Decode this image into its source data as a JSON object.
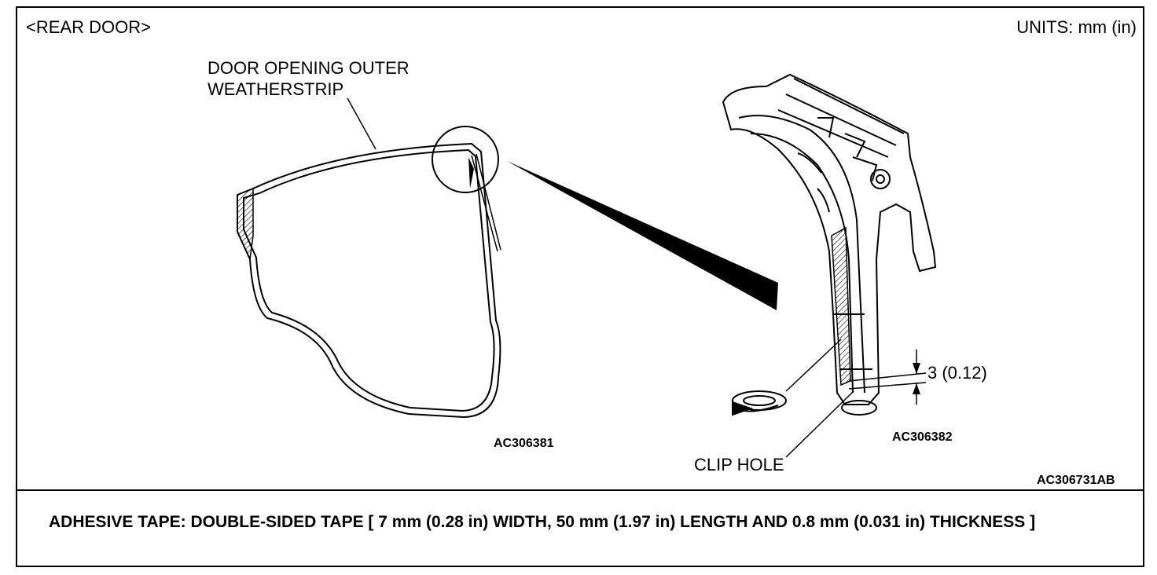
{
  "header": {
    "title": "<REAR DOOR>",
    "units": "UNITS: mm (in)"
  },
  "left_view": {
    "label_line1": "DOOR OPENING OUTER",
    "label_line2": "WEATHERSTRIP",
    "figure_code": "AC306381"
  },
  "right_view": {
    "dimension": "3 (0.12)",
    "clip_hole_label": "CLIP HOLE",
    "figure_code": "AC306382"
  },
  "figure_id": "AC306731AB",
  "note": "ADHESIVE TAPE: DOUBLE-SIDED TAPE [ 7 mm (0.28 in) WIDTH, 50 mm (1.97 in) LENGTH AND 0.8 mm (0.031 in) THICKNESS ]",
  "colors": {
    "ink": "#000000",
    "paper": "#ffffff"
  }
}
